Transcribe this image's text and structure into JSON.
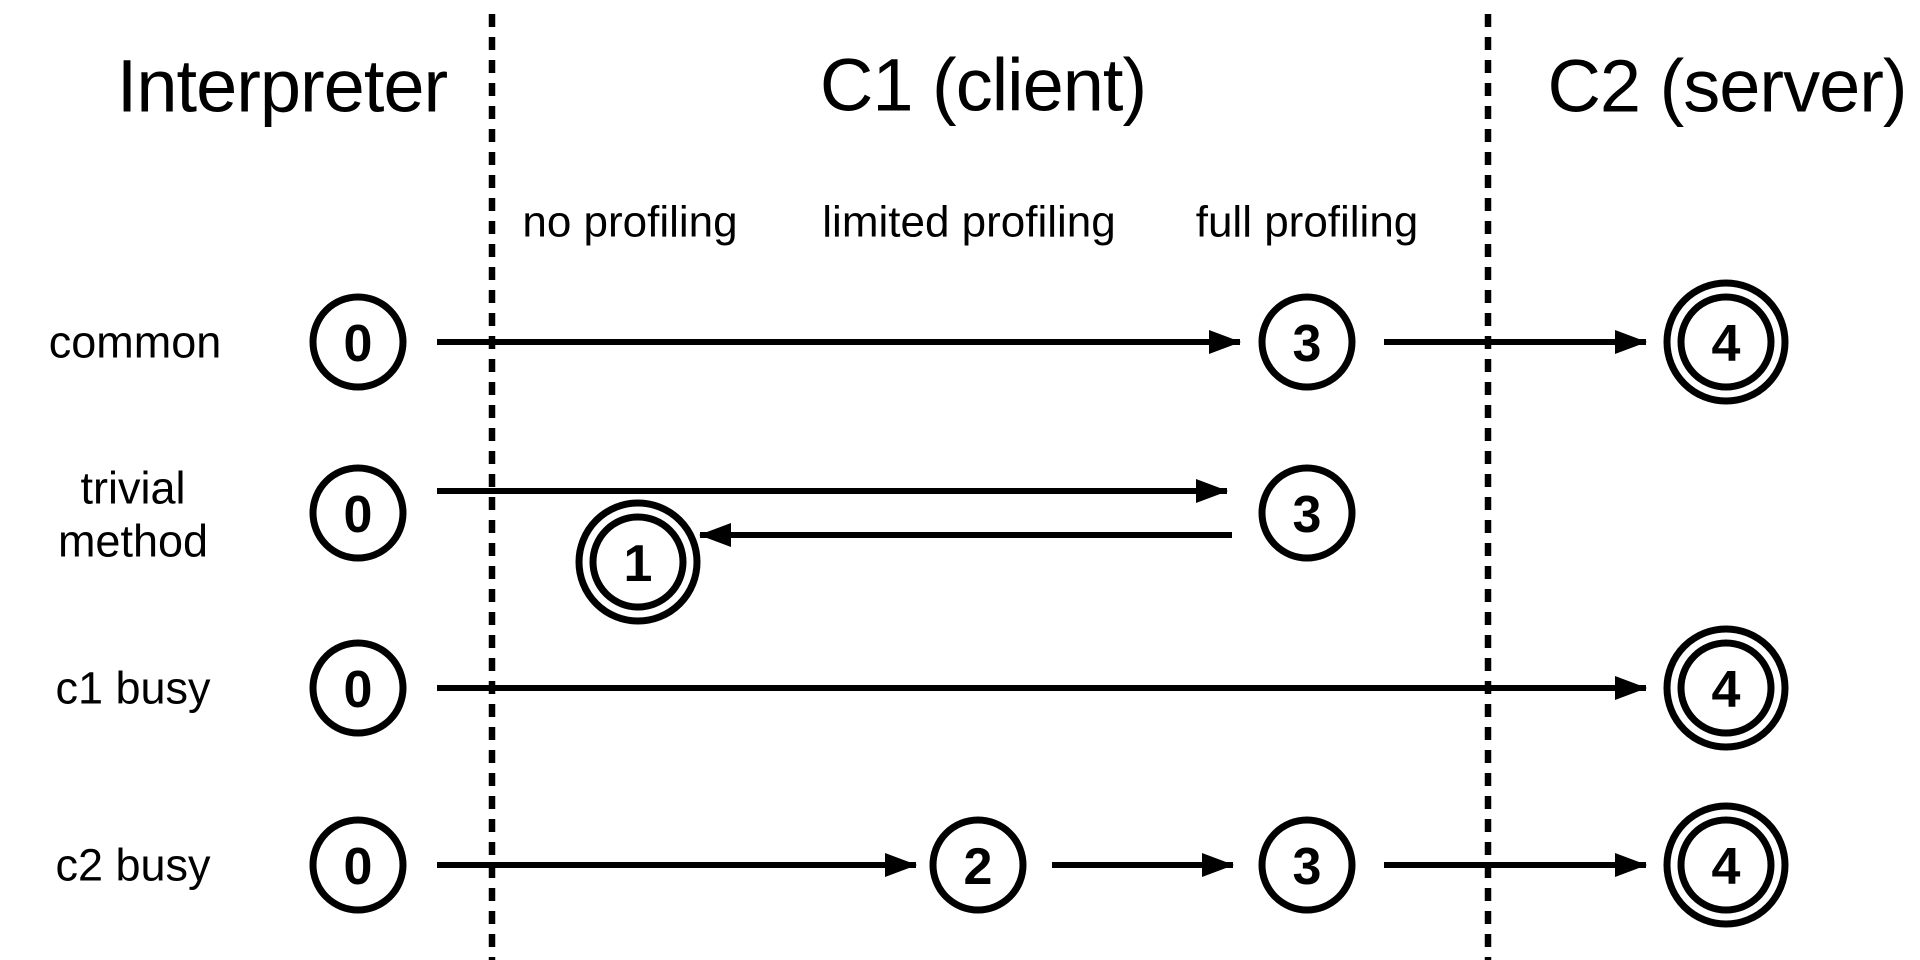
{
  "colors": {
    "ink": "#000000",
    "background": "#ffffff"
  },
  "header": {
    "columns": [
      {
        "label": "Interpreter"
      },
      {
        "label": "C1 (client)"
      },
      {
        "label": "C2 (server)"
      }
    ],
    "c1_sublabels": [
      {
        "label": "no profiling"
      },
      {
        "label": "limited profiling"
      },
      {
        "label": "full profiling"
      }
    ]
  },
  "rows": [
    {
      "label": "common",
      "nodes": [
        {
          "value": "0",
          "column": "interpreter",
          "final": false
        },
        {
          "value": "3",
          "column": "full profiling",
          "final": false
        },
        {
          "value": "4",
          "column": "C2 (server)",
          "final": true
        }
      ],
      "transitions": [
        {
          "from": "0",
          "to": "3"
        },
        {
          "from": "3",
          "to": "4"
        }
      ]
    },
    {
      "label": "trivial method",
      "label_lines": [
        "trivial",
        "method"
      ],
      "nodes": [
        {
          "value": "0",
          "column": "interpreter",
          "final": false
        },
        {
          "value": "3",
          "column": "full profiling",
          "final": false
        },
        {
          "value": "1",
          "column": "no profiling",
          "final": true
        }
      ],
      "transitions": [
        {
          "from": "0",
          "to": "3"
        },
        {
          "from": "3",
          "to": "1"
        }
      ]
    },
    {
      "label": "c1 busy",
      "nodes": [
        {
          "value": "0",
          "column": "interpreter",
          "final": false
        },
        {
          "value": "4",
          "column": "C2 (server)",
          "final": true
        }
      ],
      "transitions": [
        {
          "from": "0",
          "to": "4"
        }
      ]
    },
    {
      "label": "c2 busy",
      "nodes": [
        {
          "value": "0",
          "column": "interpreter",
          "final": false
        },
        {
          "value": "2",
          "column": "limited profiling",
          "final": false
        },
        {
          "value": "3",
          "column": "full profiling",
          "final": false
        },
        {
          "value": "4",
          "column": "C2 (server)",
          "final": true
        }
      ],
      "transitions": [
        {
          "from": "0",
          "to": "2"
        },
        {
          "from": "2",
          "to": "3"
        },
        {
          "from": "3",
          "to": "4"
        }
      ]
    }
  ]
}
